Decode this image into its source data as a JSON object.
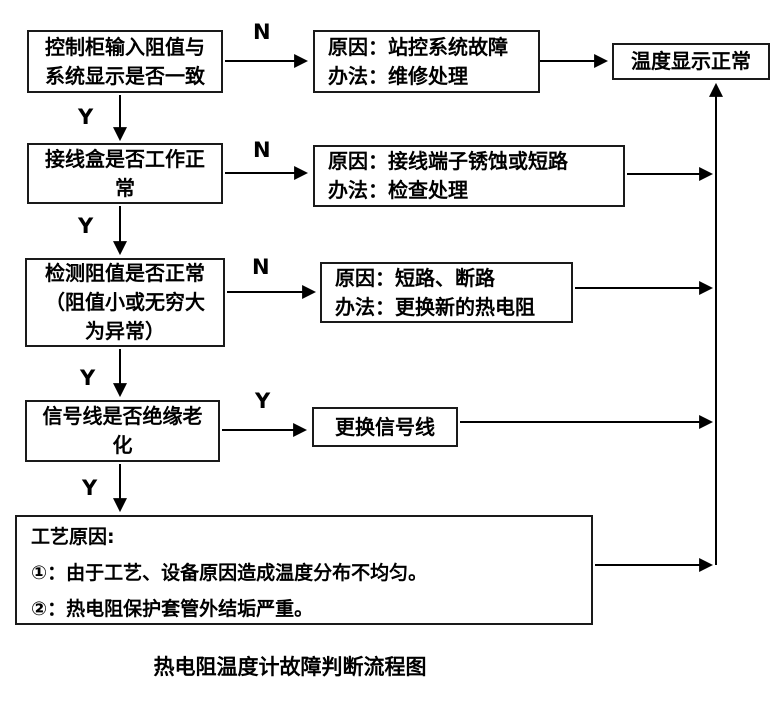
{
  "title": "热电阻温度计故障判断流程图",
  "colors": {
    "line": "#000000",
    "box_background": "#ffffff",
    "text": "#000000"
  },
  "nodes": {
    "q1": "控制柜输入阻值与\n系统显示是否一致",
    "r1": "原因：站控系统故障\n办法：维修处理",
    "normal": "温度显示正常",
    "q2": "接线盒是否工作正\n常",
    "r2": "原因：接线端子锈蚀或短路\n办法：检查处理",
    "q3": "检测阻值是否正常\n（阻值小或无穷大\n为异常）",
    "r3": "原因：短路、断路\n办法：更换新的热电阻",
    "q4": "信号线是否绝缘老\n化",
    "r4": "更换信号线",
    "process_heading": "工艺原因:",
    "process_item1": "①：由于工艺、设备原因造成温度分布不均匀。",
    "process_item2": "②：热电阻保护套管外结垢严重。"
  },
  "branch_labels": {
    "row1_right": "N",
    "row1_down": "Y",
    "row2_right": "N",
    "row2_down": "Y",
    "row3_right": "N",
    "row3_down": "Y",
    "row4_right": "Y",
    "row4_down": "Y"
  }
}
